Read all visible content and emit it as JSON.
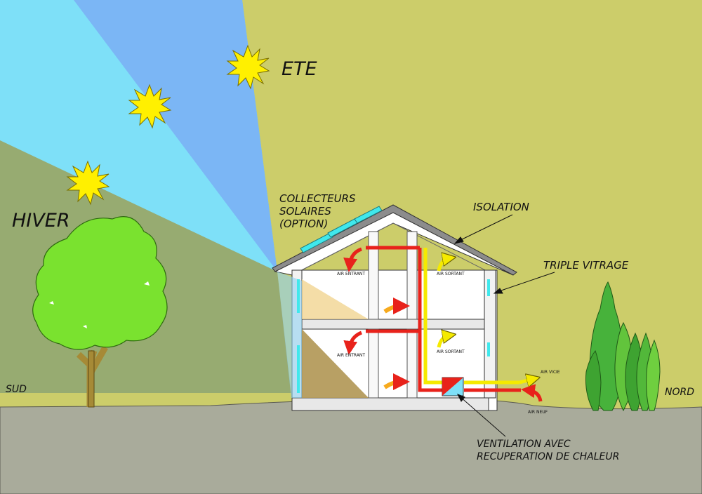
{
  "labels": {
    "ete": "ETE",
    "hiver": "HIVER",
    "sud": "SUD",
    "nord": "NORD",
    "collecteurs_1": "COLLECTEURS",
    "collecteurs_2": "SOLAIRES",
    "collecteurs_3": "(OPTION)",
    "isolation": "ISOLATION",
    "triple_vitrage": "TRIPLE VITRAGE",
    "air_entrant": "AIR ENTRANT",
    "air_sortant": "AIR SORTANT",
    "air_vicie": "AIR VICIE",
    "air_neuf": "AIR NEUF",
    "ventilation_1": "VENTILATION AVEC",
    "ventilation_2": "RECUPERATION DE CHALEUR"
  },
  "colors": {
    "sky_light": "#7ee0f8",
    "sky_blue": "#7bb6f5",
    "summer_bg": "#cccd6a",
    "winter_bg": "#97ab71",
    "ground": "#a9ab9b",
    "sun": "#fff000",
    "tree": "#7ae22f",
    "trunk": "#a68a36",
    "conifer": "#47b23b",
    "roof": "#8c8c8c",
    "fresh_air": "#e8221b",
    "exhaust_air": "#f5ea00",
    "warm_air": "#f7aa1d",
    "glazing": "#40e8ec"
  }
}
